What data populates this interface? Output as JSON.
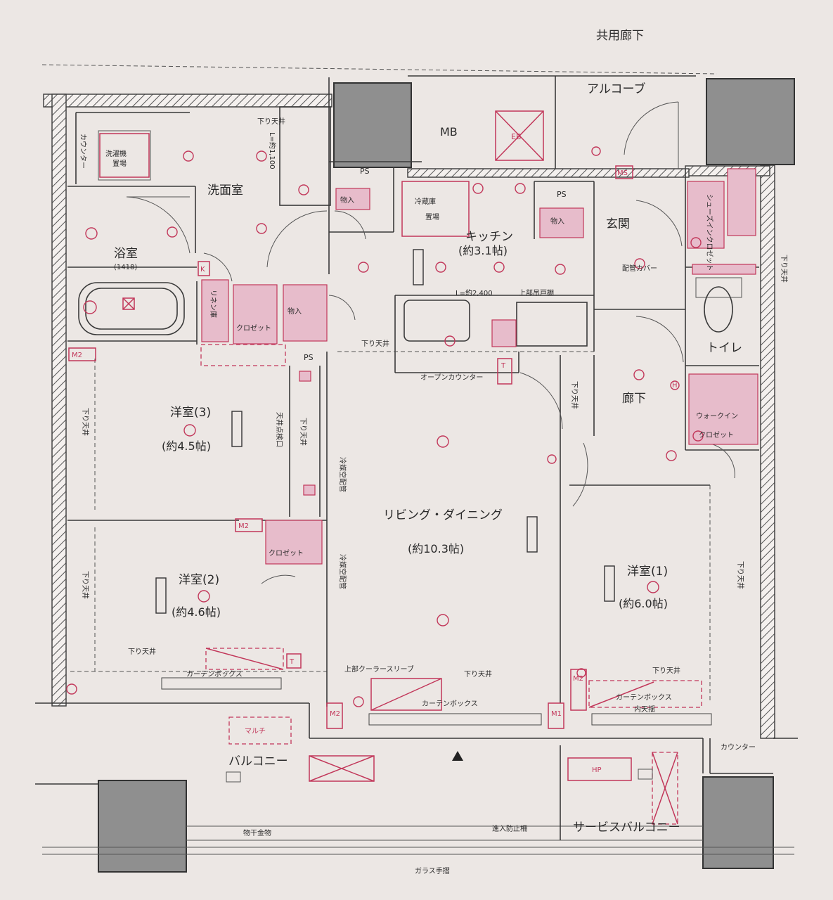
{
  "rooms": {
    "shared_corridor": "共用廊下",
    "alcove": "アルコーブ",
    "mb": "MB",
    "eb": "EB",
    "ps_top1": "PS",
    "ps_top2": "PS",
    "ps_mid": "PS",
    "washroom": "洗面室",
    "bathroom": "浴室",
    "bathroom_size": "(1418)",
    "kitchen": "キッチン",
    "kitchen_area": "(約3.1帖)",
    "entrance": "玄関",
    "toilet": "トイレ",
    "hallway": "廊下",
    "western3": "洋室(3)",
    "western3_area": "(約4.5帖)",
    "western2": "洋室(2)",
    "western2_area": "(約4.6帖)",
    "western1": "洋室(1)",
    "western1_area": "(約6.0帖)",
    "living": "リビング・ダイニング",
    "living_area": "(約10.3帖)",
    "balcony": "バルコニー",
    "service_balcony": "サービスバルコニー"
  },
  "labels": {
    "counter_left": "カウンター",
    "counter_right": "カウンター",
    "washer": "洗濯機",
    "washer2": "置場",
    "lowered_ceiling_a": "下り天井",
    "ceiling_height": "L=約1,100",
    "storage_a": "物入",
    "storage_b": "物入",
    "storage_c": "物入",
    "fridge": "冷蔵庫",
    "fridge2": "置場",
    "linen": "リネン庫",
    "closet_a": "クロゼット",
    "closet_b": "クロゼット",
    "ceiling_l": "L=約2,400",
    "upper_cabinet": "上部吊戸棚",
    "lowered_ceiling_kitchen": "下り天井",
    "open_counter": "オープンカウンター",
    "shoe_closet": "シューズインクロゼット",
    "pipe_cover": "配管カバー",
    "lowered_ceiling_right": "下り天井",
    "walkin": "ウォークイン",
    "walkin2": "クロゼット",
    "inspection": "天井点検口",
    "aircon_pipe_a": "冷媒空配管",
    "aircon_pipe_b": "冷媒空配管",
    "lowered_ceiling_l1": "下り天井",
    "lowered_ceiling_l2": "下り天井",
    "lowered_ceiling_l3": "下り天井",
    "lowered_ceiling_w2": "下り天井",
    "lowered_ceiling_hall": "下り天井",
    "lowered_ceiling_w1": "下り天井",
    "lowered_ceiling_living": "下り天井",
    "lowered_ceiling_w1b": "下り天井",
    "curtain_box_a": "カーテンボックス",
    "curtain_box_b": "カーテンボックス",
    "curtain_box_c": "カーテンボックス",
    "inner_hanging": "内天揺",
    "cooler_sleeve": "上部クーラースリーブ",
    "multi": "マルチ",
    "hp": "HP",
    "intrusion_fence": "進入防止柵",
    "laundry_hardware": "物干金物",
    "glass_railing": "ガラス手摺",
    "m2_a": "M2",
    "m2_b": "M2",
    "m2_c": "M2",
    "m2_d": "M2",
    "m1": "M1",
    "ms": "MS",
    "k": "K",
    "h": "H",
    "t_a": "T",
    "t_b": "T"
  },
  "colors": {
    "wall": "#5a5a5a",
    "line": "#3a3a3a",
    "equipment_red": "#c2375a",
    "equipment_fill": "#e7bccb",
    "paper": "#ece7e4"
  }
}
